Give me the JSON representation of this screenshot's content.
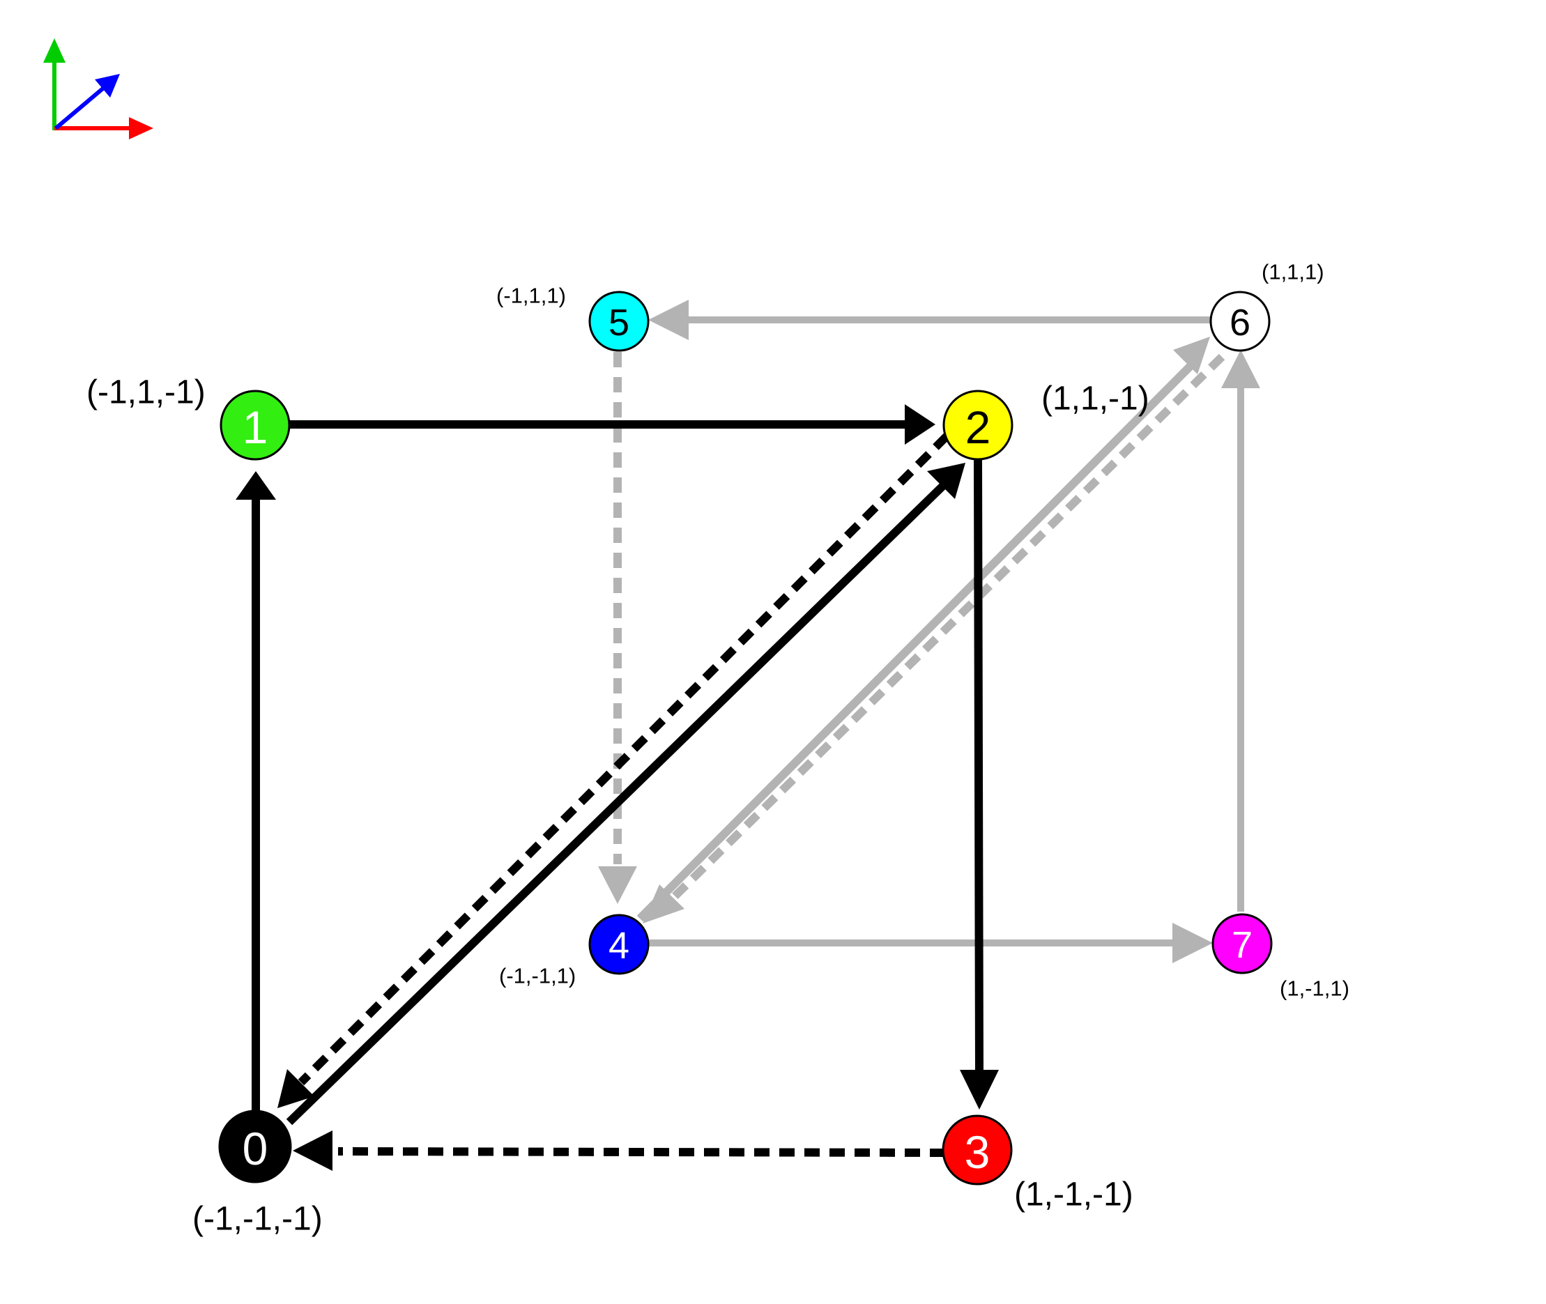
{
  "axes_gizmo": {
    "x_color": "#ff0000",
    "y_color": "#00cc00",
    "z_color": "#0000ff"
  },
  "vertices": [
    {
      "id": "0",
      "label": "0",
      "coord_label": "(-1,-1,-1)",
      "fill": "#000000",
      "text_color": "#ffffff"
    },
    {
      "id": "1",
      "label": "1",
      "coord_label": "(-1,1,-1)",
      "fill": "#33ee11",
      "text_color": "#ffffff"
    },
    {
      "id": "2",
      "label": "2",
      "coord_label": "(1,1,-1)",
      "fill": "#ffff00",
      "text_color": "#000000"
    },
    {
      "id": "3",
      "label": "3",
      "coord_label": "(1,-1,-1)",
      "fill": "#ff0000",
      "text_color": "#ffffff"
    },
    {
      "id": "4",
      "label": "4",
      "coord_label": "(-1,-1,1)",
      "fill": "#0000ff",
      "text_color": "#ffffff"
    },
    {
      "id": "5",
      "label": "5",
      "coord_label": "(-1,1,1)",
      "fill": "#00ffff",
      "text_color": "#000000"
    },
    {
      "id": "6",
      "label": "6",
      "coord_label": "(1,1,1)",
      "fill": "#ffffff",
      "text_color": "#000000"
    },
    {
      "id": "7",
      "label": "7",
      "coord_label": "(1,-1,1)",
      "fill": "#ff00ff",
      "text_color": "#ffffff"
    }
  ],
  "edges": [
    {
      "from": "0",
      "to": "1",
      "style": "solid",
      "color": "#000000"
    },
    {
      "from": "1",
      "to": "2",
      "style": "solid",
      "color": "#000000"
    },
    {
      "from": "0",
      "to": "2",
      "style": "solid",
      "color": "#000000"
    },
    {
      "from": "2",
      "to": "0",
      "style": "dashed",
      "color": "#000000"
    },
    {
      "from": "2",
      "to": "3",
      "style": "solid",
      "color": "#000000"
    },
    {
      "from": "3",
      "to": "0",
      "style": "dashed",
      "color": "#000000"
    },
    {
      "from": "6",
      "to": "5",
      "style": "solid",
      "color": "#b3b3b3"
    },
    {
      "from": "5",
      "to": "4",
      "style": "dashed",
      "color": "#b3b3b3"
    },
    {
      "from": "4",
      "to": "7",
      "style": "solid",
      "color": "#b3b3b3"
    },
    {
      "from": "7",
      "to": "6",
      "style": "solid",
      "color": "#b3b3b3"
    },
    {
      "from": "4",
      "to": "6",
      "style": "solid",
      "color": "#b3b3b3"
    },
    {
      "from": "6",
      "to": "4",
      "style": "dashed",
      "color": "#b3b3b3"
    }
  ]
}
